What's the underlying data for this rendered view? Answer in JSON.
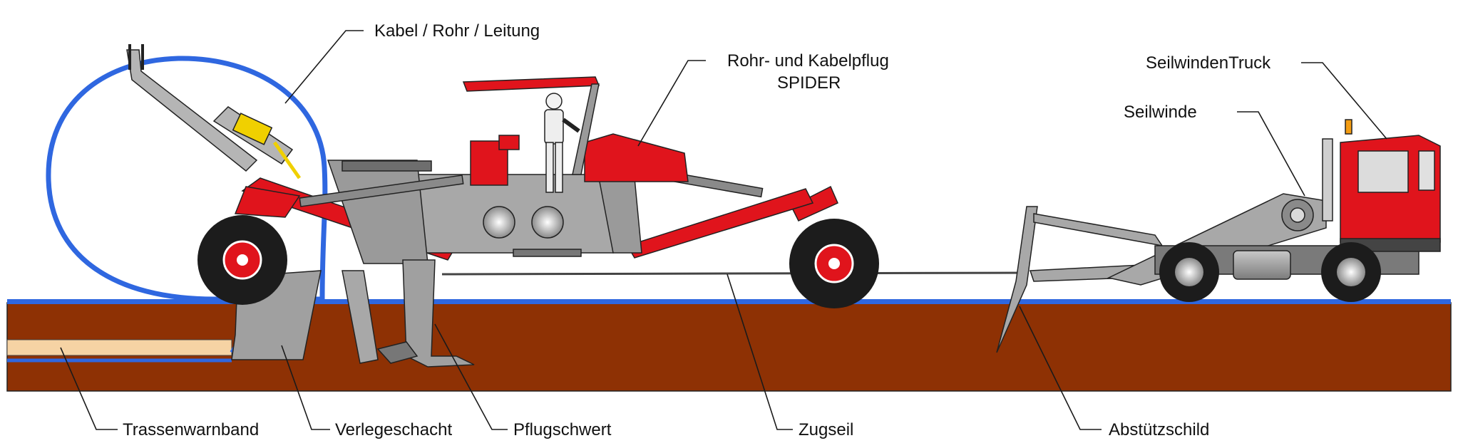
{
  "labels": {
    "cable": "Kabel / Rohr / Leitung",
    "plow_line1": "Rohr- und Kabelpflug",
    "plow_line2": "SPIDER",
    "truck": "SeilwindenTruck",
    "winch": "Seilwinde",
    "warning_tape": "Trassenwarnband",
    "laying_shaft": "Verlegeschacht",
    "plow_blade": "Pflugschwert",
    "tow_rope": "Zugseil",
    "support_shield": "Abstützschild"
  },
  "colors": {
    "ground": "#8e3104",
    "machine_red": "#e0141c",
    "steel_grey": "#9c9c9c",
    "cable_blue": "#2f67e0",
    "tape": "#f6d3a4"
  }
}
